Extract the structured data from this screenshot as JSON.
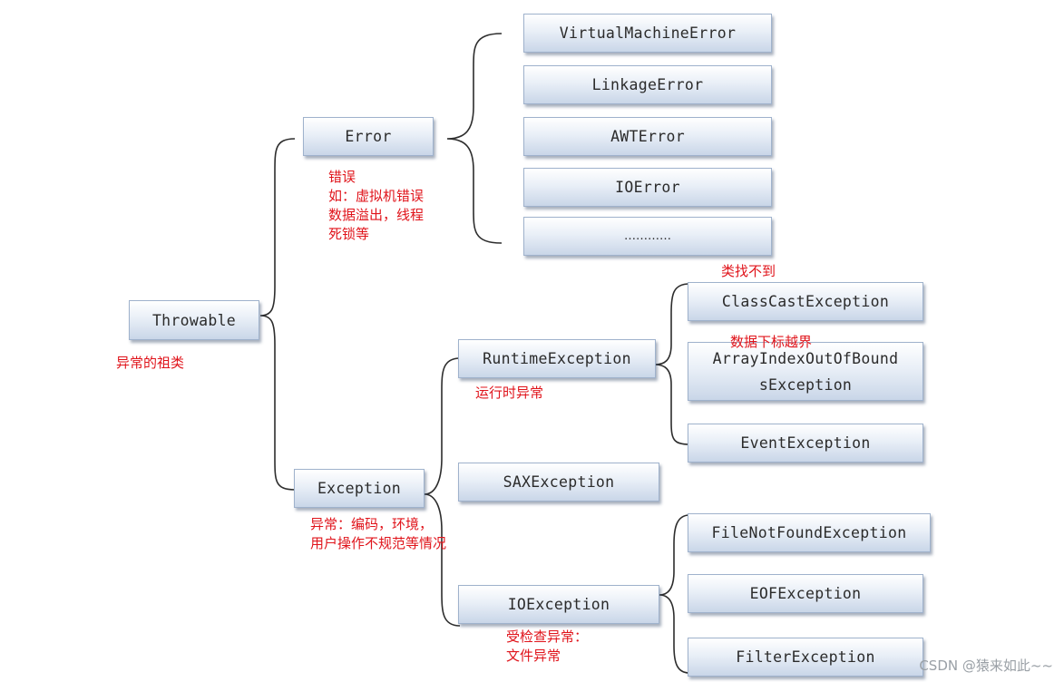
{
  "nodes": {
    "throwable": "Throwable",
    "error": "Error",
    "exception": "Exception",
    "virtual_machine_error": "VirtualMachineError",
    "linkage_error": "LinkageError",
    "awt_error": "AWTError",
    "io_error": "IOError",
    "error_more": "…………",
    "runtime_exception": "RuntimeException",
    "sax_exception": "SAXException",
    "io_exception": "IOException",
    "class_cast_exception": "ClassCastException",
    "array_index_line1": "ArrayIndexOutOfBound",
    "array_index_line2": "sException",
    "event_exception": "EventException",
    "file_not_found_exception": "FileNotFoundException",
    "eof_exception": "EOFException",
    "filter_exception": "FilterException"
  },
  "notes": {
    "throwable": "异常的祖类",
    "error_line1": "错误",
    "error_line2": "如：虚拟机错误",
    "error_line3": "数据溢出，线程",
    "error_line4": "死锁等",
    "exception_line1": "异常：编码，环境，",
    "exception_line2": "用户操作不规范等情况",
    "runtime": "运行时异常",
    "class_cast": "类找不到",
    "array_index": "数据下标越界",
    "io_line1": "受检查异常：",
    "io_line2": "文件异常"
  },
  "watermark": "CSDN @猿来如此~~"
}
